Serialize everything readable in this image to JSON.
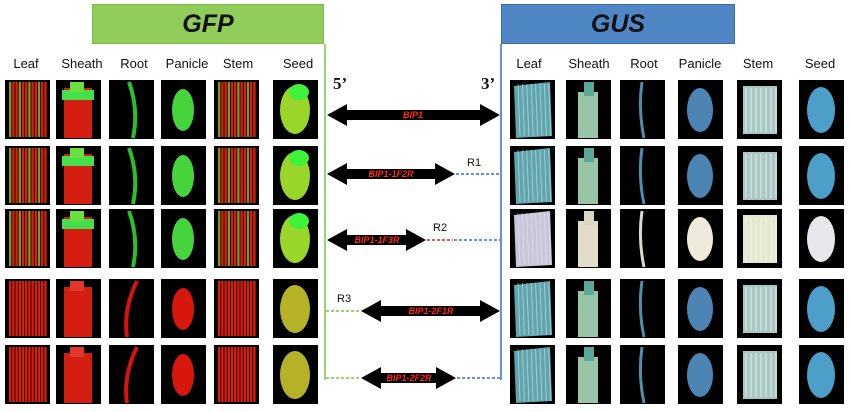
{
  "banners": {
    "gfp": "GFP",
    "gus": "GUS"
  },
  "tissues_left": [
    "Leaf",
    "Sheath",
    "Root",
    "Panicle",
    "Stem",
    "Seed"
  ],
  "tissues_right": [
    "Leaf",
    "Sheath",
    "Root",
    "Panicle",
    "Stem",
    "Seed"
  ],
  "ends": {
    "five_prime": "5’",
    "three_prime": "3’"
  },
  "constructs": [
    {
      "label": "BIP1",
      "region": "",
      "dash_color": ""
    },
    {
      "label": "BIP1-1F2R",
      "region": "R1",
      "dash_color": "#3b6bd6"
    },
    {
      "label": "BIP1-1F3R",
      "region": "R2",
      "dash_color": "#e52222"
    },
    {
      "label": "BIP1-2F1R",
      "region": "R3",
      "dash_color": "#7cc642"
    },
    {
      "label": "BIP1-2F2R",
      "region": "",
      "dash_color": "#3b6bd6"
    }
  ],
  "colors": {
    "gfp_banner": "#8fcc5a",
    "gus_banner": "#4f86c6",
    "arrow": "#000000",
    "construct_text": "#ff2a1a",
    "gfp_line": "#7cc642",
    "gus_line": "#3b6bd6"
  }
}
